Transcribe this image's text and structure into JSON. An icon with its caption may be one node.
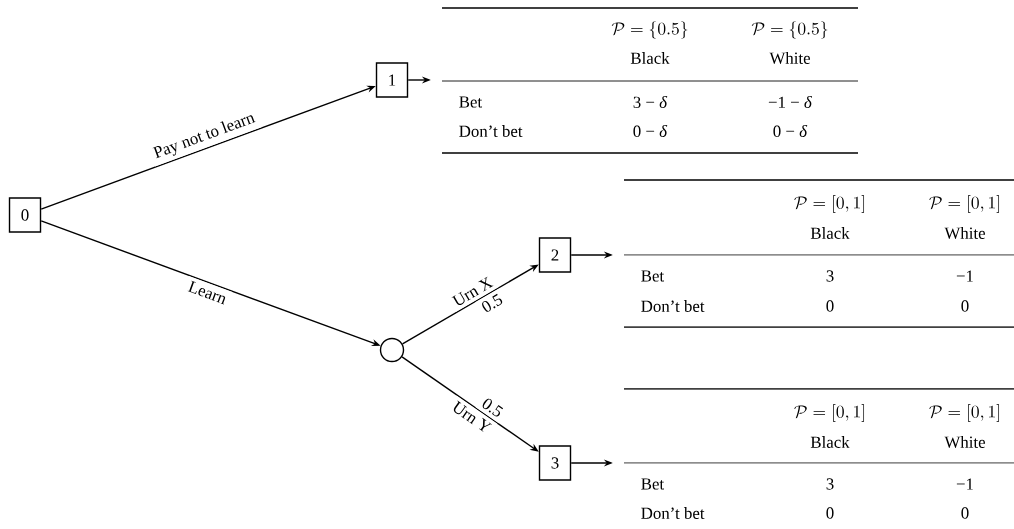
{
  "diagram": {
    "nodes": [
      {
        "text": [
          "0"
        ]
      },
      {
        "text": [
          "1"
        ]
      },
      {
        "text": [],
        "shape": "circle"
      },
      {
        "text": [
          "2"
        ]
      },
      {
        "text": [
          "3"
        ]
      },
      {
        "text": [
          "\\mathcal{P}=\\{0.5\\}",
          "Black",
          "\\mathcal{P}=\\{0.5\\}",
          "White",
          "Bet",
          "3 − *δ*",
          "−1 − *δ*",
          "Don’t bet",
          "0 − *δ*",
          "0 − *δ*"
        ]
      },
      {
        "text": [
          "\\mathcal{P}=[0,1]",
          "Black",
          "\\mathcal{P}=[0,1]",
          "White",
          "Bet",
          "3",
          "−1",
          "Don’t bet",
          "0",
          "0"
        ]
      },
      {
        "text": [
          "\\mathcal{P}=[0,1]",
          "Black",
          "\\mathcal{P}=[0,1]",
          "White",
          "Bet",
          "3",
          "−1",
          "Don’t bet",
          "0",
          "0"
        ]
      }
    ],
    "edges": [
      {
        "from": 0,
        "to": 1,
        "arrow": "to",
        "label": "Pay not to learn"
      },
      {
        "from": 0,
        "to": 2,
        "arrow": "to",
        "label": "Learn"
      },
      {
        "from": 2,
        "to": 3,
        "arrow": "to",
        "label": "Urn X"
      },
      {
        "from": 2,
        "to": 4,
        "arrow": "to",
        "label": "Urn Y"
      },
      {
        "from": 1,
        "to": 5,
        "arrow": "to"
      },
      {
        "from": 3,
        "to": 6,
        "arrow": "to"
      },
      {
        "from": 4,
        "to": 7,
        "arrow": "to"
      }
    ],
    "labels": [
      "0.5",
      "0.5"
    ]
  }
}
